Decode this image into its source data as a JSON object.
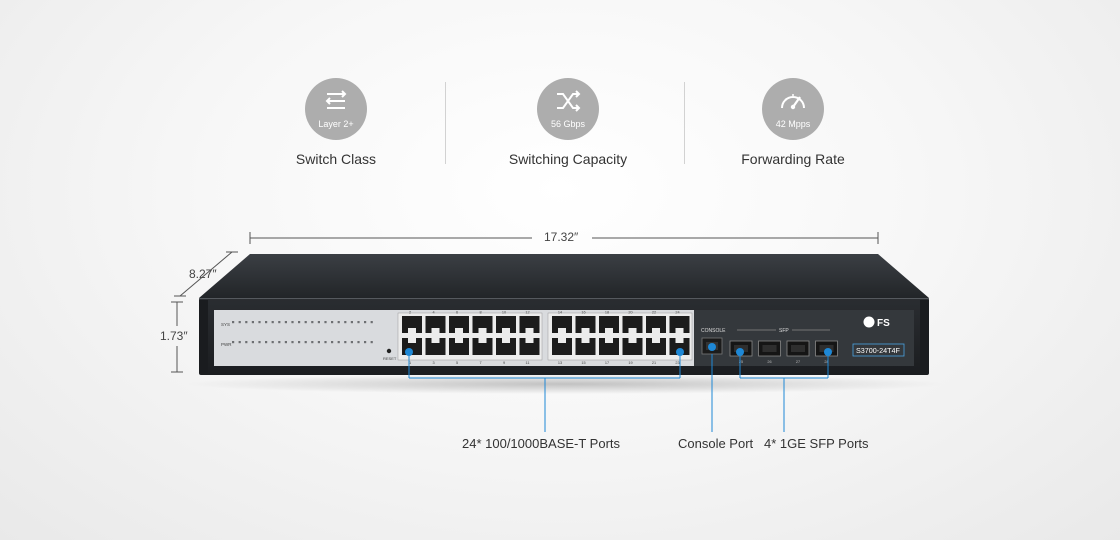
{
  "features": [
    {
      "badge": "Layer 2+",
      "caption": "Switch Class",
      "icon": "switch-class-icon"
    },
    {
      "badge": "56 Gbps",
      "caption": "Switching Capacity",
      "icon": "switching-capacity-icon"
    },
    {
      "badge": "42 Mpps",
      "caption": "Forwarding Rate",
      "icon": "forwarding-rate-icon"
    }
  ],
  "dimensions": {
    "width": "17.32″",
    "depth": "8.27″",
    "height": "1.73″"
  },
  "device": {
    "model": "S3700-24T4F",
    "brand": "FS",
    "led_rows": {
      "sys": "SYS",
      "pwr": "PWR"
    },
    "reset_label": "RESET",
    "console_label": "CONSOLE",
    "sfp_label": "SFP",
    "port_top_numbers": [
      "2",
      "4",
      "6",
      "8",
      "10",
      "12",
      "14",
      "16",
      "18",
      "20",
      "22",
      "24"
    ],
    "port_bottom_numbers": [
      "1",
      "3",
      "5",
      "7",
      "9",
      "11",
      "13",
      "15",
      "17",
      "19",
      "21",
      "23"
    ],
    "sfp_numbers": [
      "25",
      "26",
      "27",
      "28"
    ]
  },
  "callouts": {
    "rj45": "24* 100/1000BASE-T Ports",
    "console": "Console Port",
    "sfp": "4* 1GE SFP Ports"
  },
  "colors": {
    "accent": "#1e88d6",
    "chassis": "#2f3236",
    "panel": "#d9dbde",
    "badge": "#adadad"
  }
}
